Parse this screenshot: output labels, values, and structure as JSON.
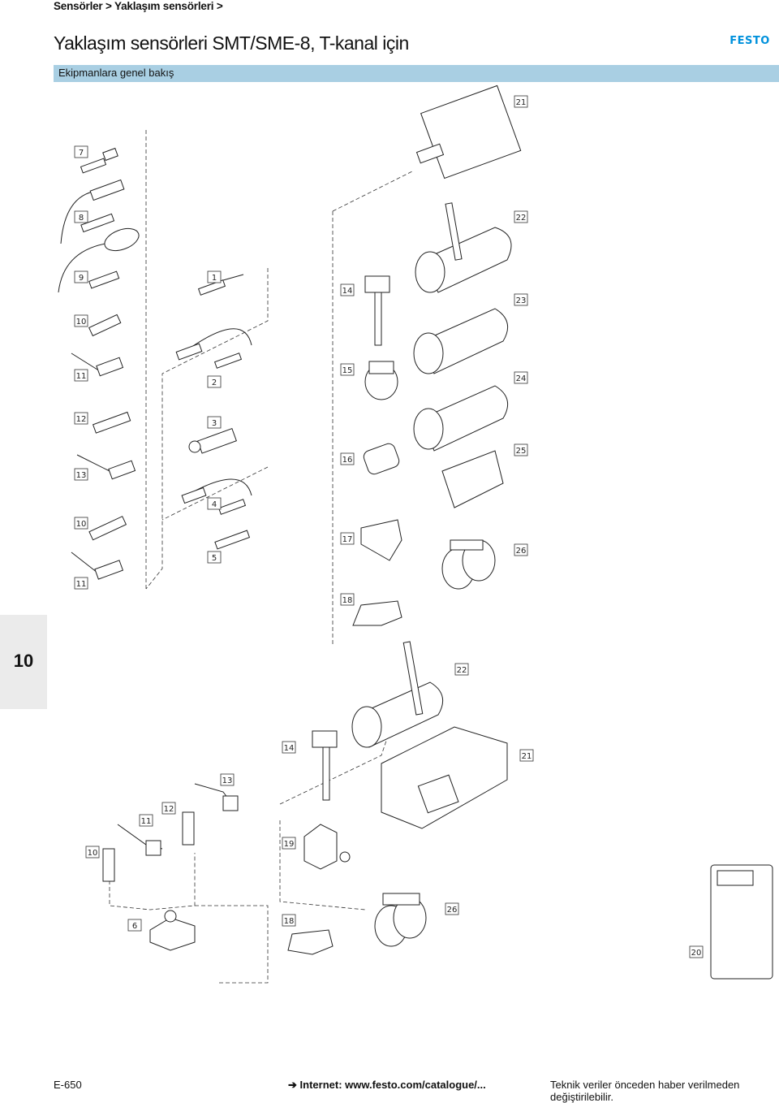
{
  "header": {
    "breadcrumb": "Sensörler > Yaklaşım sensörleri >",
    "title": "Yaklaşım sensörleri SMT/SME-8, T-kanal için",
    "logo_text": "FESTO",
    "section": "Ekipmanlara genel bakış"
  },
  "side_tab": "10",
  "callouts": [
    "21",
    "7",
    "8",
    "22",
    "9",
    "1",
    "14",
    "23",
    "10",
    "11",
    "2",
    "15",
    "24",
    "12",
    "3",
    "16",
    "25",
    "13",
    "4",
    "10",
    "17",
    "26",
    "5",
    "11",
    "18",
    "22",
    "14",
    "21",
    "13",
    "12",
    "11",
    "10",
    "19",
    "6",
    "18",
    "26",
    "20"
  ],
  "footer": {
    "page": "E-650",
    "link_arrow": "➔",
    "link": "Internet: www.festo.com/catalogue/...",
    "note": "Teknik veriler önceden haber verilmeden değiştirilebilir."
  },
  "colors": {
    "section_bar": "#a9cfe3",
    "logo": "#0091dc",
    "side_tab": "#ebebeb"
  }
}
